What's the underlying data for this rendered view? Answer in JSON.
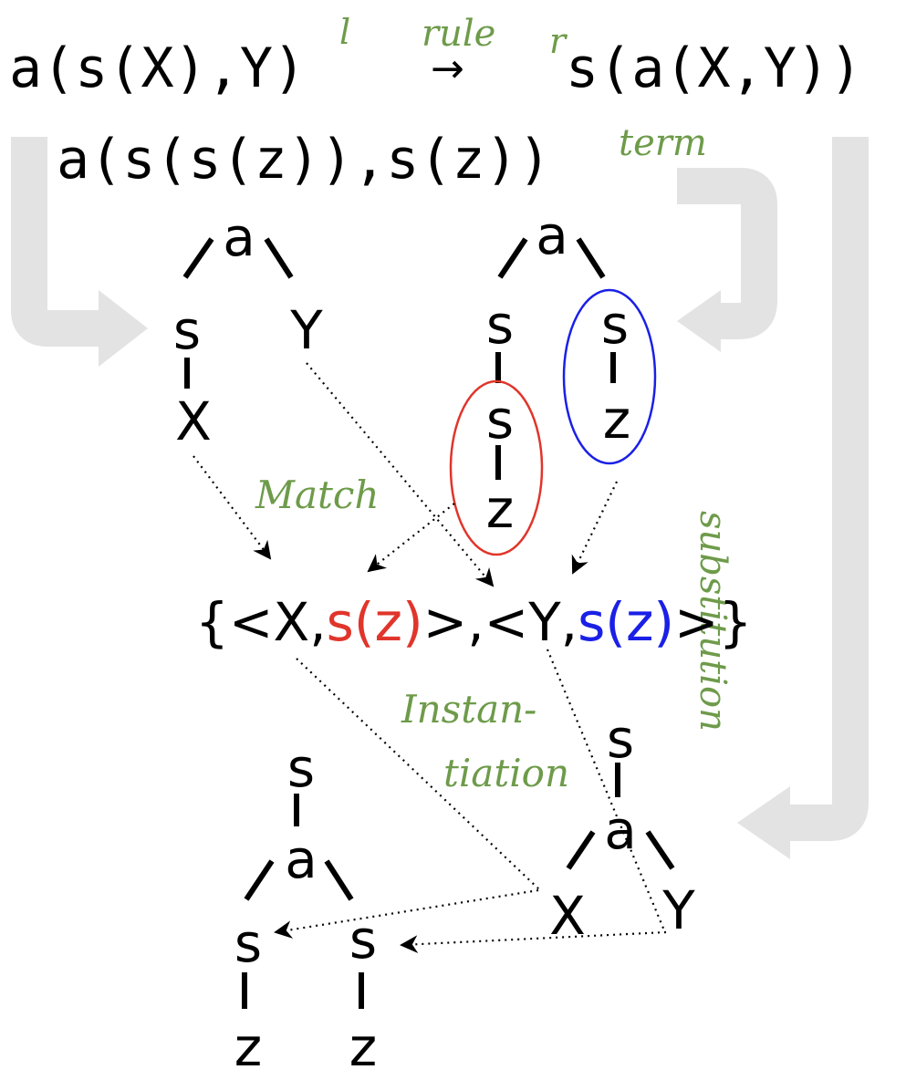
{
  "rule": {
    "lhs": "a(s(X),Y)",
    "lhs_tag": "l",
    "arrow": "→",
    "arrow_tag": "rule",
    "rhs_tag": "r",
    "rhs": "s(a(X,Y))"
  },
  "term": {
    "text": "a(s(s(z)),s(z))",
    "tag": "term"
  },
  "pattern_tree": {
    "root": "a",
    "left": "s",
    "right": "Y",
    "leaf": "X"
  },
  "term_tree": {
    "root": "a",
    "left": "s",
    "left_inner": "s",
    "left_leaf": "z",
    "right": "s",
    "right_leaf": "z"
  },
  "labels": {
    "match": "Match",
    "substitution": "substitution",
    "instantiation_1": "Instan-",
    "instantiation_2": "tiation"
  },
  "substitution_set": {
    "open": "{<X,",
    "x_value": "s(z)",
    "middle": ">,<Y,",
    "y_value": "s(z)",
    "close": ">}"
  },
  "rhs_tree": {
    "root": "s",
    "child": "a",
    "left": "X",
    "right": "Y"
  },
  "result_tree": {
    "root": "s",
    "child": "a",
    "left": "s",
    "left_leaf": "z",
    "right": "s",
    "right_leaf": "z"
  },
  "colors": {
    "note_green": "#6e9b4a",
    "match_red": "#e0352b",
    "match_blue": "#1a20e6",
    "flow_gray": "#e3e3e3"
  }
}
